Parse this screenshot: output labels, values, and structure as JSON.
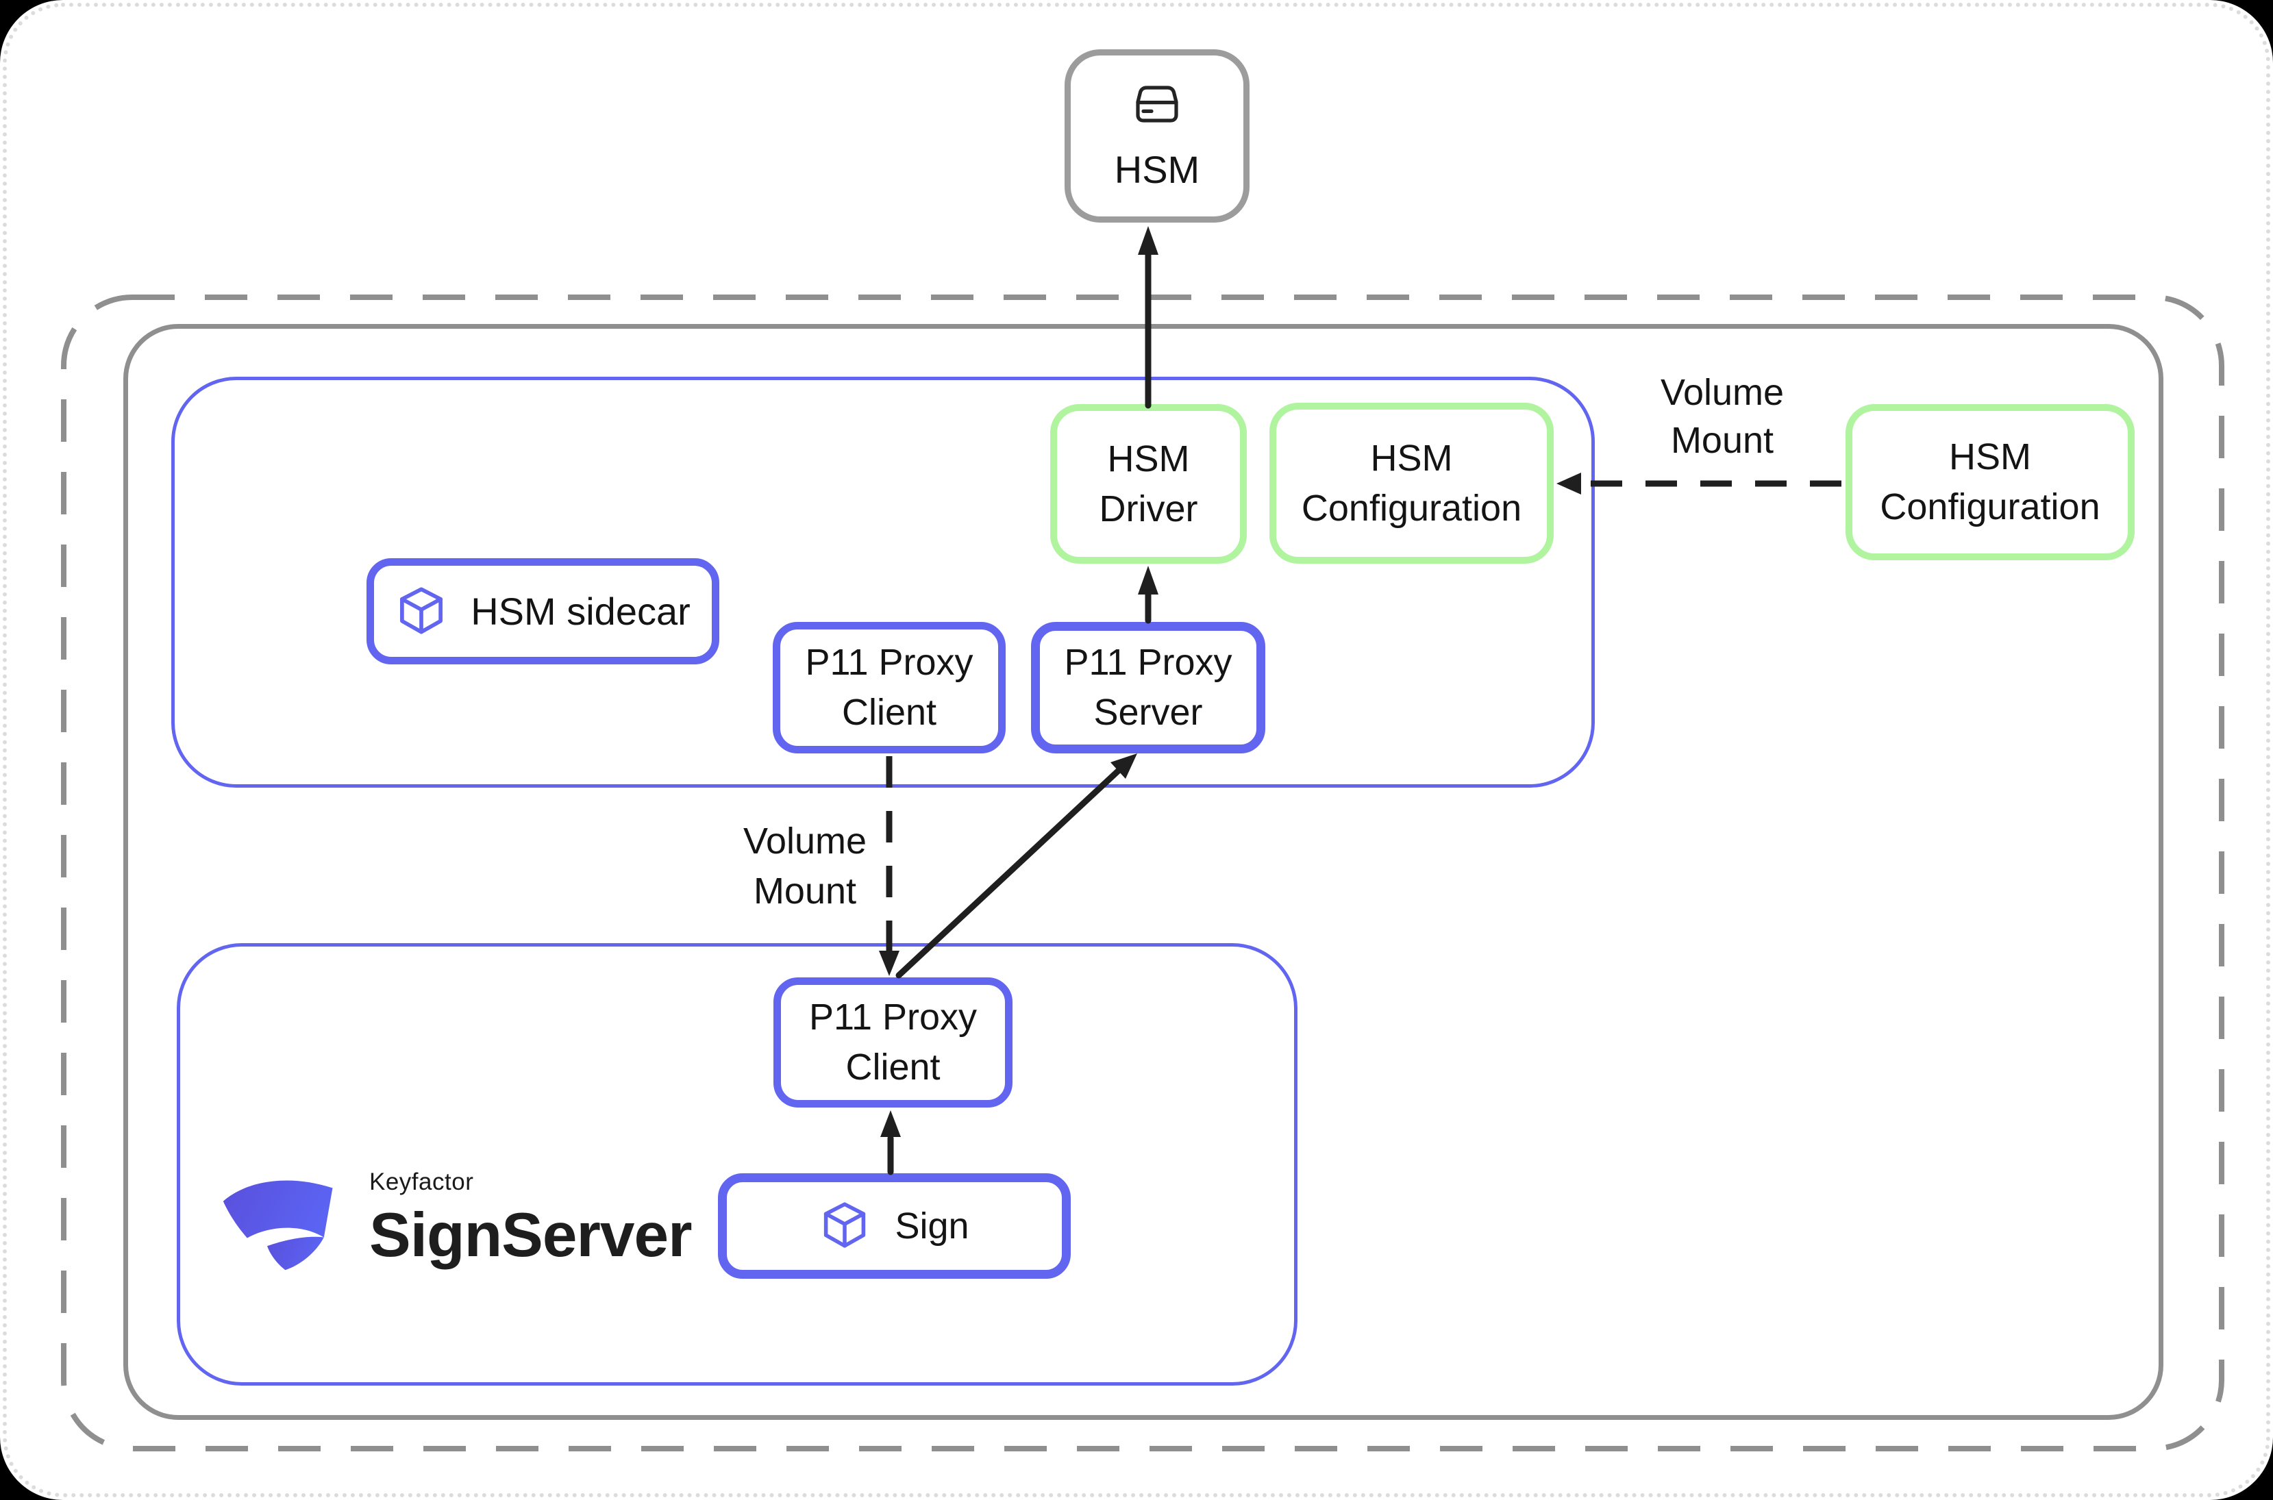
{
  "colors": {
    "accent": "#6165f0",
    "green": "#b0f4a0",
    "gray": "#8f8f8f",
    "hsm_gray": "#9c9c9c",
    "page_dot": "#dcdcdc",
    "text": "#141414",
    "arrow": "#1f1f1f",
    "logo_grad_start": "#5a50dc",
    "logo_grad_end": "#5b63f2"
  },
  "nodes": {
    "hsm": {
      "label": "HSM",
      "icon": "drive-icon"
    },
    "hsm_driver": {
      "label": "HSM\nDriver"
    },
    "hsm_configuration_sidecar": {
      "label": "HSM\nConfiguration"
    },
    "hsm_configuration_external": {
      "label": "HSM\nConfiguration"
    },
    "hsm_sidecar": {
      "label": "HSM sidecar",
      "icon": "cube-icon"
    },
    "p11_proxy_client_sidecar": {
      "label": "P11 Proxy\nClient"
    },
    "p11_proxy_server": {
      "label": "P11 Proxy\nServer"
    },
    "p11_proxy_client_signserver": {
      "label": "P11 Proxy\nClient"
    },
    "sign": {
      "label": "Sign",
      "icon": "cube-icon"
    }
  },
  "labels": {
    "volume_mount_right": "Volume\nMount",
    "volume_mount_middle": "Volume\nMount"
  },
  "logo": {
    "brand": "Keyfactor",
    "product": "SignServer"
  },
  "connections": [
    {
      "from": "hsm_driver",
      "to": "hsm",
      "style": "solid-arrow"
    },
    {
      "from": "p11_proxy_server",
      "to": "hsm_driver",
      "style": "solid-arrow"
    },
    {
      "from": "hsm_configuration_external",
      "to": "hsm_configuration_sidecar",
      "style": "dashed-arrow",
      "label": "Volume Mount"
    },
    {
      "from": "p11_proxy_client_sidecar",
      "to": "p11_proxy_client_signserver",
      "style": "dashed-arrow",
      "label": "Volume Mount"
    },
    {
      "from": "p11_proxy_client_signserver",
      "to": "p11_proxy_server",
      "style": "solid-arrow"
    },
    {
      "from": "sign",
      "to": "p11_proxy_client_signserver",
      "style": "solid-arrow"
    }
  ]
}
